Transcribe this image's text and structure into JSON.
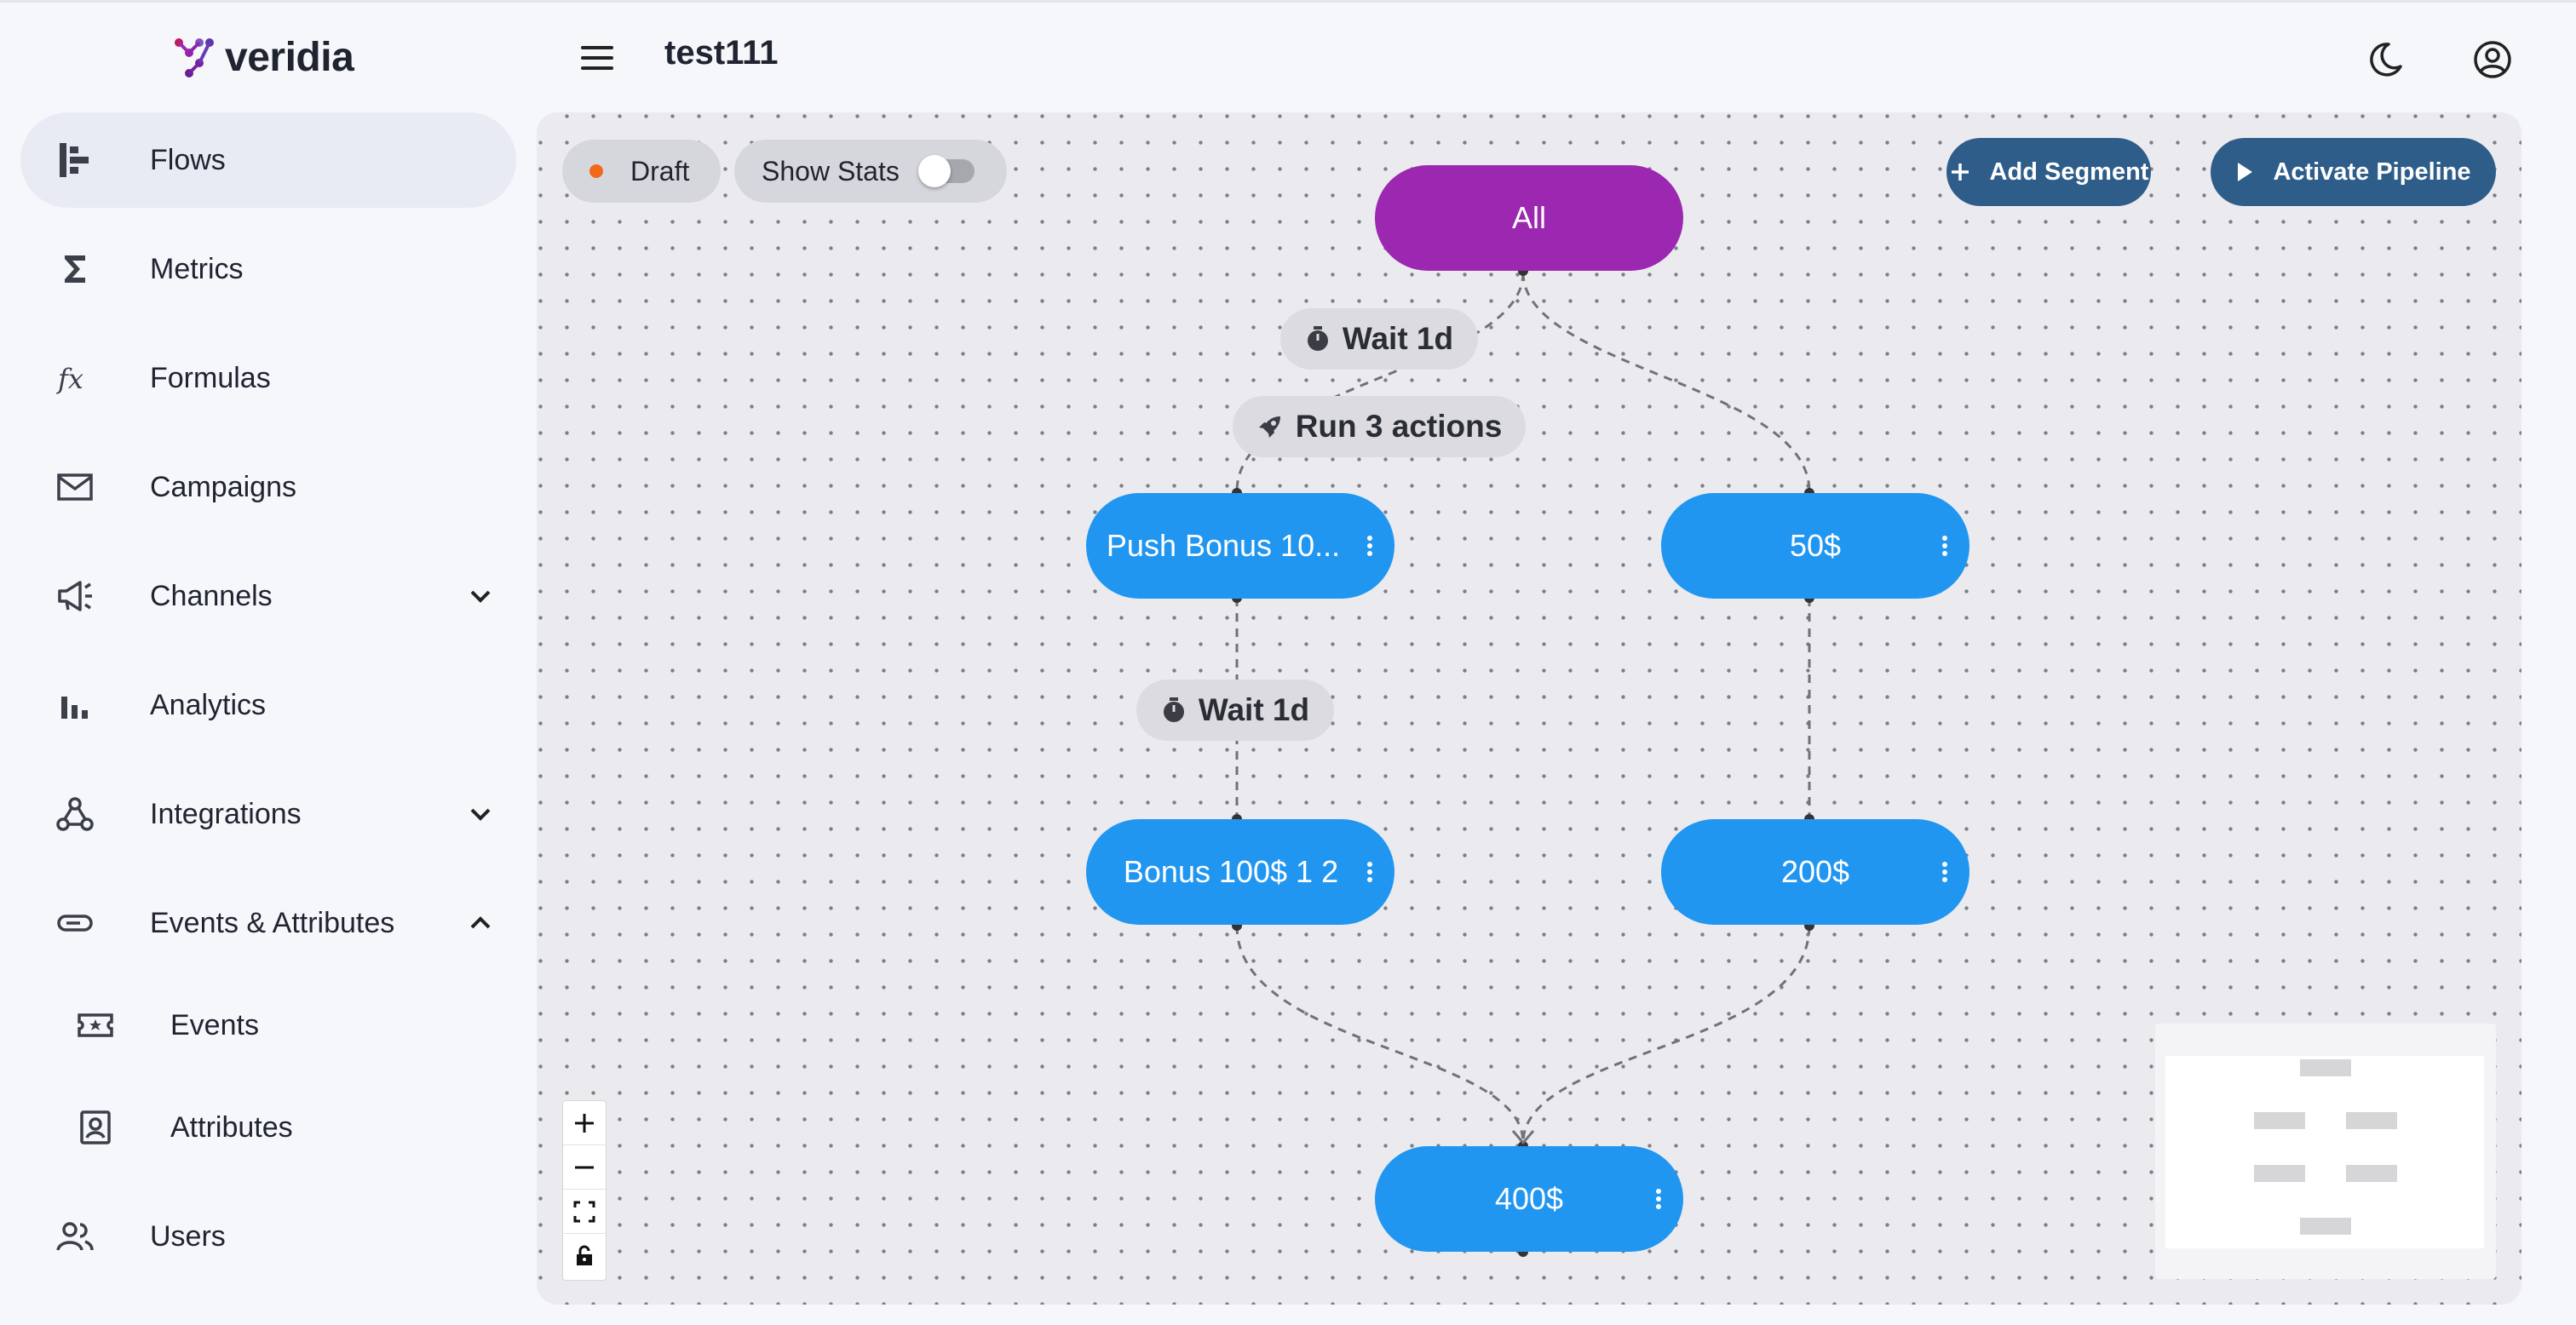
{
  "app": {
    "brand": "veridia",
    "page_title": "test111"
  },
  "colors": {
    "root_node": "#9c27b0",
    "segment_node": "#2196f0",
    "primary_button": "#2f5d8a",
    "draft_dot": "#f06a1a"
  },
  "header": {
    "menu_icon": "menu-icon",
    "theme_icon": "moon-icon",
    "account_icon": "account-circle-icon"
  },
  "sidebar": {
    "items": [
      {
        "label": "Flows",
        "icon": "flows-icon",
        "active": true
      },
      {
        "label": "Metrics",
        "icon": "sigma-icon"
      },
      {
        "label": "Formulas",
        "icon": "function-icon"
      },
      {
        "label": "Campaigns",
        "icon": "mail-icon"
      },
      {
        "label": "Channels",
        "icon": "megaphone-icon",
        "expandable": "collapsed"
      },
      {
        "label": "Analytics",
        "icon": "bar-chart-icon"
      },
      {
        "label": "Integrations",
        "icon": "webhook-icon",
        "expandable": "collapsed"
      },
      {
        "label": "Events & Attributes",
        "icon": "tag-icon",
        "expandable": "expanded"
      },
      {
        "label": "Events",
        "icon": "ticket-icon",
        "sub": true
      },
      {
        "label": "Attributes",
        "icon": "id-card-icon",
        "sub": true
      },
      {
        "label": "Users",
        "icon": "users-icon"
      }
    ]
  },
  "toolbar": {
    "status_label": "Draft",
    "show_stats_label": "Show Stats",
    "show_stats_on": false,
    "add_segment_label": "Add Segment",
    "activate_label": "Activate Pipeline"
  },
  "flow": {
    "root": {
      "label": "All"
    },
    "nodes": [
      {
        "label": "Push Bonus 10..."
      },
      {
        "label": "50$"
      },
      {
        "label": "Bonus 100$ 1 2"
      },
      {
        "label": "200$"
      },
      {
        "label": "400$"
      }
    ],
    "steps": [
      {
        "label": "Wait 1d",
        "icon": "timer-icon"
      },
      {
        "label": "Run 3 actions",
        "icon": "rocket-icon"
      },
      {
        "label": "Wait 1d",
        "icon": "timer-icon"
      }
    ]
  },
  "canvas_controls": {
    "zoom_in": "plus-icon",
    "zoom_out": "minus-icon",
    "fit_view": "fit-view-icon",
    "lock": "lock-icon"
  }
}
